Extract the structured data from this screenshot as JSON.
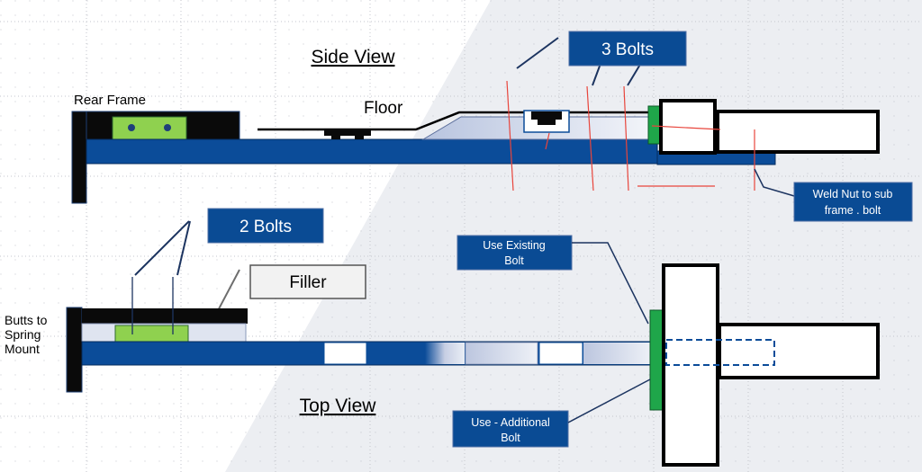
{
  "side_view": {
    "title": "Side View",
    "rear_frame_label": "Rear Frame",
    "floor_label": "Floor",
    "bolts_callout": "3 Bolts",
    "weld_nut_callout_line1": "Weld Nut to sub",
    "weld_nut_callout_line2": "frame . bolt"
  },
  "top_view": {
    "title": "Top View",
    "bolts_callout": "2 Bolts",
    "filler_label": "Filler",
    "butts_label_line1": "Butts to",
    "butts_label_line2": "Spring",
    "butts_label_line3": "Mount",
    "existing_bolt_line1": "Use Existing",
    "existing_bolt_line2": "Bolt",
    "additional_bolt_line1": "Use - Additional",
    "additional_bolt_line2": "Bolt"
  },
  "colors": {
    "frame_blue": "#0b4c99",
    "callout_blue": "#0a4b94",
    "plate_green": "#8fd14f",
    "block_green": "#1fa64a",
    "bolt_red": "#e8453c",
    "background_gray": "#eceef2",
    "outline_black": "#000000"
  }
}
